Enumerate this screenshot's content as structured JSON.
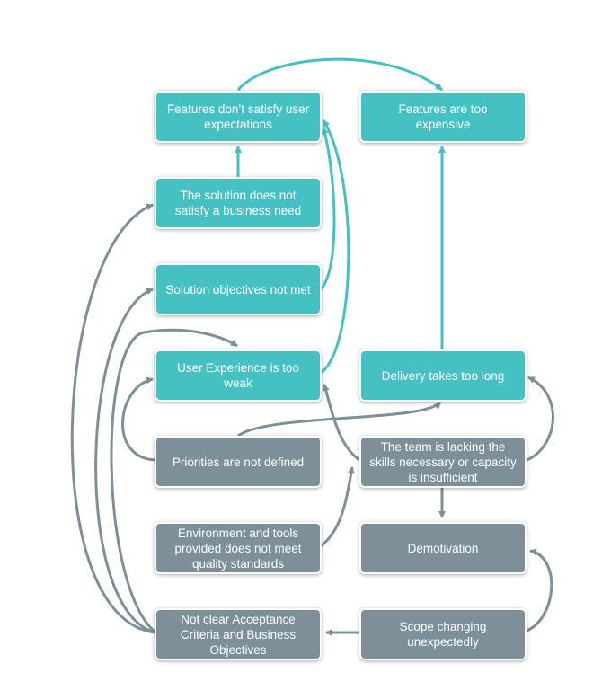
{
  "colors": {
    "teal": "#45c1c4",
    "gray": "#7d8f99",
    "teal_arrow": "#45c1c4",
    "gray_arrow": "#7d8f99"
  },
  "nodes": {
    "features_not_satisfy": "Features don’t satisfy user expectations",
    "features_expensive": "Features are too expensive",
    "solution_not_business": "The solution does not satisfy a business need",
    "objectives_not_met": "Solution objectives not met",
    "ux_weak": "User Experience is too weak",
    "delivery_long": "Delivery takes too long",
    "priorities_undefined": "Priorities are not defined",
    "team_lacking": "The team is lacking the skills necessary or capacity is insufficient",
    "environment_tools": "Environment and tools provided does not meet quality standards",
    "demotivation": "Demotivation",
    "acceptance_criteria": "Not clear Acceptance Criteria and Business Objectives",
    "scope_changing": "Scope changing unexpectedly"
  }
}
